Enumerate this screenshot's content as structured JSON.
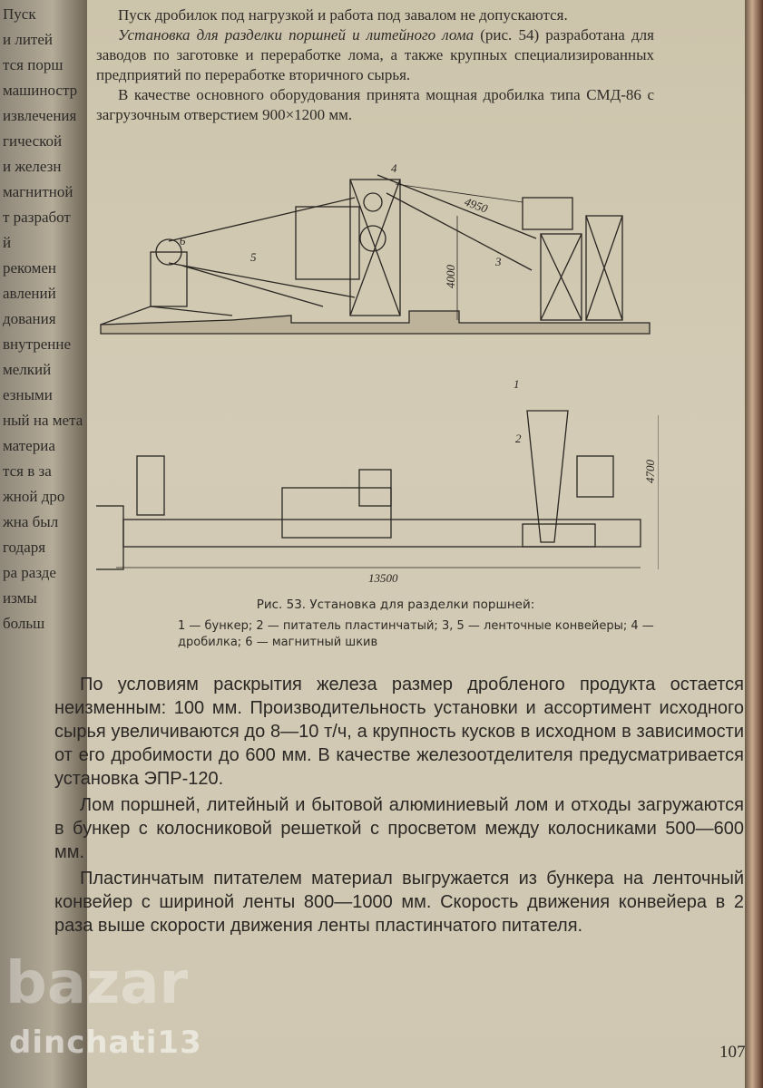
{
  "left_page_fragments": [
    "Пуск",
    "и литей",
    "тся порш",
    "машиностр",
    "извлечения",
    "гической",
    "и железн",
    "магнитной",
    "т разработ",
    "й",
    "рекомен",
    "авлений",
    "дования",
    "внутренне",
    "мелкий",
    "езными",
    "ный на мета",
    "материа",
    "тся в за",
    "жной дро",
    "жна был",
    "годаря",
    "ра разде",
    "измы",
    "больш"
  ],
  "top_text": {
    "p1": "Пуск дробилок под нагрузкой и работа под завалом не допускаются.",
    "p2_italic": "Установка для разделки поршней и литейного лома",
    "p2_rest": " (рис. 54) разработана для заводов по заготовке и переработке лома, а также крупных специализированных предприятий по переработке вторичного сырья.",
    "p3": "В качестве основного оборудования принята мощная дробилка типа СМД-86 с загрузочным отверстием 900×1200 мм."
  },
  "figure": {
    "labels": [
      "1",
      "2",
      "3",
      "4",
      "5",
      "6"
    ],
    "dimensions": {
      "upper_length": "4950",
      "upper_height": "4000",
      "lower_height": "4700",
      "lower_length": "13500"
    },
    "caption_title": "Рис. 53. Установка для разделки поршней:",
    "caption_legend": "1 — бункер; 2 — питатель пластинчатый; 3, 5 — ленточные конвейеры; 4 — дробилка; 6 — магнитный шкив"
  },
  "body": {
    "p1": "По условиям раскрытия железа размер дробленого продукта остается неизменным: 100 мм. Производительность установки и ассортимент исходного сырья увеличиваются до 8—10 т/ч, а крупность кусков в исходном в зависимости от его дробимости до 600 мм. В качестве железоотделителя предусматривается установка ЭПР-120.",
    "p2": "Лом поршней, литейный и бытовой алюминиевый лом и отходы загружаются в бункер с колосниковой решеткой с просветом между колосниками 500—600 мм.",
    "p3": "Пластинчатым питателем материал выгружается из бункера на ленточный конвейер с шириной ленты 800—1000 мм. Скорость движения конвейера в 2 раза выше скорости движения ленты пластинчатого питателя."
  },
  "page_number": "107",
  "watermark": {
    "logo": "bazar",
    "user": "dinchati13"
  }
}
